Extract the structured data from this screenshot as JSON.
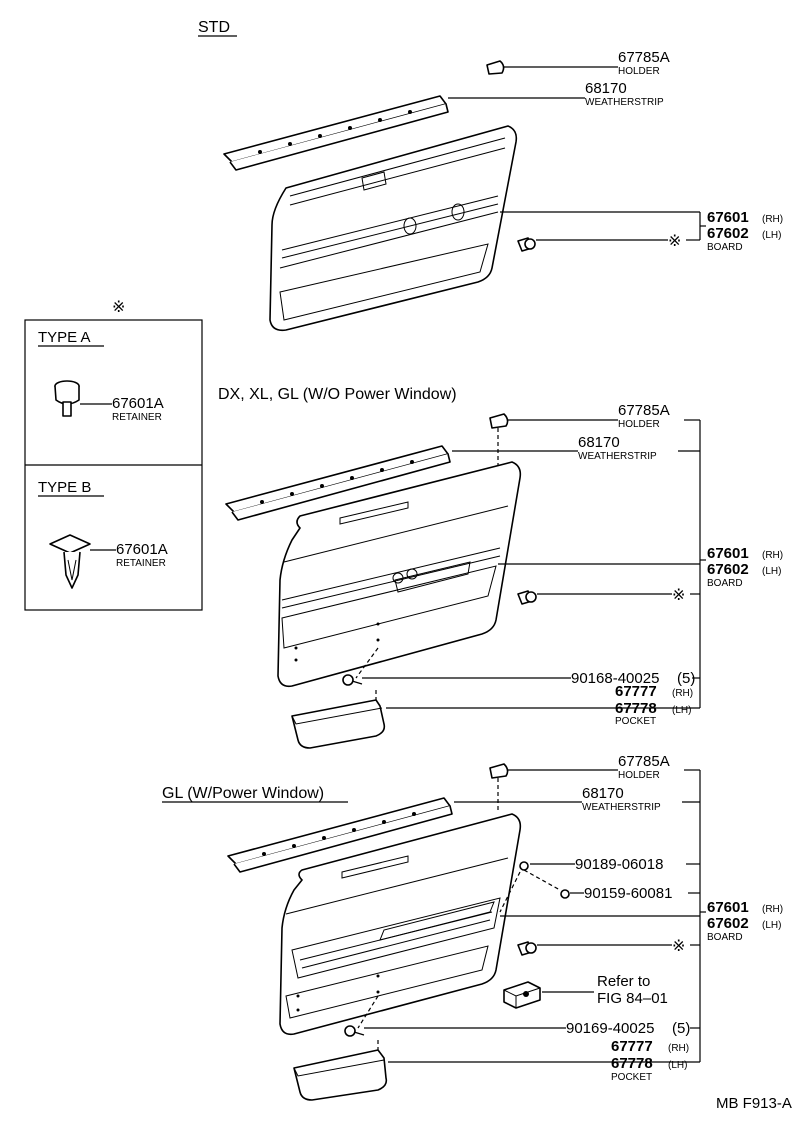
{
  "sections": {
    "std": "STD",
    "dx": "DX, XL, GL (W/O Power Window)",
    "gl": "GL (W/Power Window)"
  },
  "legend": {
    "mark": "※",
    "type_a": {
      "title": "TYPE A",
      "part": "67601A",
      "name": "RETAINER"
    },
    "type_b": {
      "title": "TYPE B",
      "part": "67601A",
      "name": "RETAINER"
    }
  },
  "std": {
    "holder": {
      "part": "67785A",
      "name": "HOLDER"
    },
    "weather": {
      "part": "68170",
      "name": "WEATHERSTRIP"
    },
    "board": {
      "part_rh": "67601",
      "rh": "(RH)",
      "part_lh": "67602",
      "lh": "(LH)",
      "name": "BOARD"
    },
    "mark": "※"
  },
  "dx": {
    "holder": {
      "part": "67785A",
      "name": "HOLDER"
    },
    "weather": {
      "part": "68170",
      "name": "WEATHERSTRIP"
    },
    "board": {
      "part_rh": "67601",
      "rh": "(RH)",
      "part_lh": "67602",
      "lh": "(LH)",
      "name": "BOARD"
    },
    "mark": "※",
    "screw": {
      "part": "90168-40025",
      "qty": "(5)"
    },
    "pocket": {
      "part_rh": "67777",
      "rh": "(RH)",
      "part_lh": "67778",
      "lh": "(LH)",
      "name": "POCKET"
    }
  },
  "gl": {
    "holder": {
      "part": "67785A",
      "name": "HOLDER"
    },
    "weather": {
      "part": "68170",
      "name": "WEATHERSTRIP"
    },
    "screw1": {
      "part": "90189-06018"
    },
    "screw2": {
      "part": "90159-60081"
    },
    "board": {
      "part_rh": "67601",
      "rh": "(RH)",
      "part_lh": "67602",
      "lh": "(LH)",
      "name": "BOARD"
    },
    "mark": "※",
    "refer": {
      "line1": "Refer to",
      "line2": "FIG 84–01"
    },
    "screw3": {
      "part": "90169-40025",
      "qty": "(5)"
    },
    "pocket": {
      "part_rh": "67777",
      "rh": "(RH)",
      "part_lh": "67778",
      "lh": "(LH)",
      "name": "POCKET"
    }
  },
  "figure_id": "MB F913-A"
}
